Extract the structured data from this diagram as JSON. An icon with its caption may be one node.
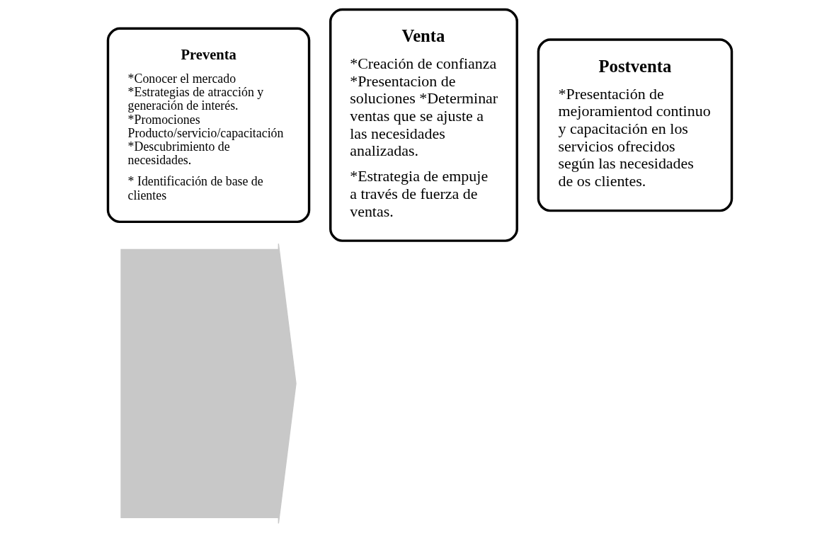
{
  "diagram": {
    "nodes": [
      {
        "text": [],
        "shape": "arrow"
      },
      {
        "text": [
          "Preventa",
          "*Conocer el mercado *Estrategias de atracción y generación de interés. *Promociones Producto/servicio/capacitación *Descubrimiento de necesidades.",
          "* Identificación de base de clientes"
        ]
      },
      {
        "text": [
          "Venta",
          "*Creación de confianza *Presentacion de soluciones *Determinar ventas que se ajuste a las necesidades analizadas.",
          "*Estrategia de empuje a través de fuerza de ventas."
        ]
      },
      {
        "text": [
          "Postventa",
          "*Presentación de mejoramientod continuo y capacitación en los servicios ofrecidos según las necesidades de os clientes."
        ]
      }
    ]
  }
}
